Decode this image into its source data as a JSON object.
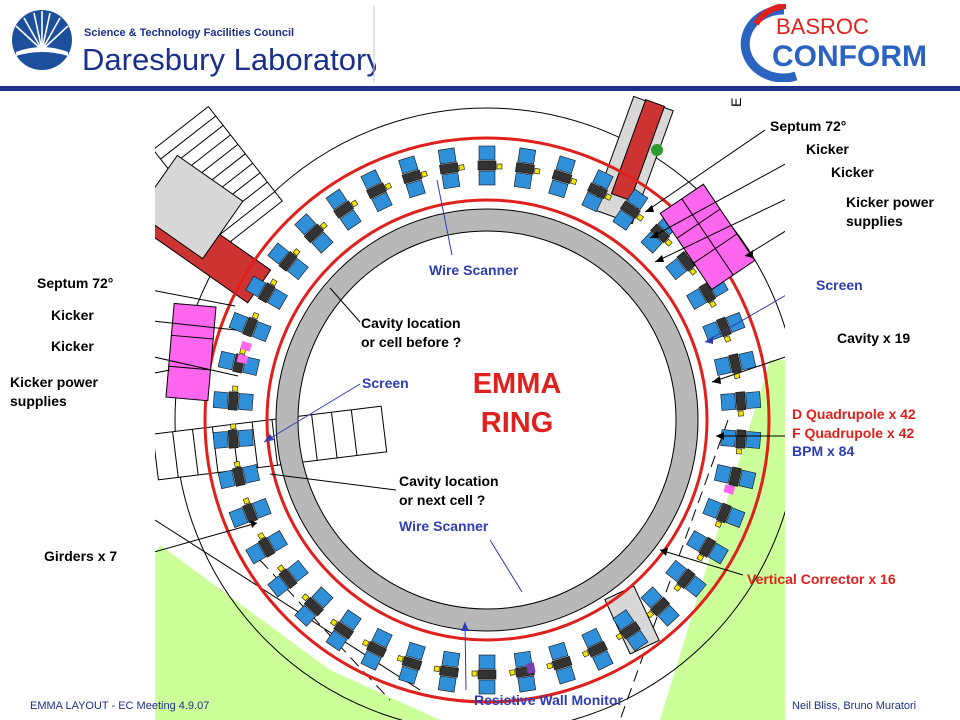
{
  "header": {
    "left_logo": {
      "line1": "Science & Technology Facilities Council",
      "line2": "Daresbury Laboratory",
      "icon": "daresbury-sunburst-icon"
    },
    "right_logo": {
      "line1": "BASROC",
      "line2": "CONFORM",
      "icon": "basroc-swoosh-icon"
    }
  },
  "diagram": {
    "title_line1": "EMMA",
    "title_line2": "RING",
    "corner_mark": "E",
    "labels": {
      "septum_right": "Septum 72°",
      "kicker_right_1": "Kicker",
      "kicker_right_2": "Kicker",
      "kicker_ps_right_1": "Kicker power",
      "kicker_ps_right_2": "supplies",
      "screen_right": "Screen",
      "cavity_count": "Cavity x 19",
      "d_quad": "D Quadrupole x 42",
      "f_quad": "F Quadrupole x 42",
      "bpm": "BPM x 84",
      "vertical_corrector": "Vertical Corrector x 16",
      "resistive_wall_monitor": "Resistive Wall Monitor",
      "wire_scanner_bottom": "Wire Scanner",
      "cavity_next_1": "Cavity location",
      "cavity_next_2": "or next cell ?",
      "girders": "Girders x 7",
      "kicker_ps_left_1": "Kicker power",
      "kicker_ps_left_2": "supplies",
      "kicker_left_1": "Kicker",
      "kicker_left_2": "Kicker",
      "septum_left": "Septum 72°",
      "screen_left": "Screen",
      "cavity_before_1": "Cavity location",
      "cavity_before_2": "or cell before ?",
      "wire_scanner_top": "Wire Scanner"
    },
    "colors": {
      "ring_red": "#e0201c",
      "magnet_blue": "#2f8fd8",
      "inner_grey": "#b8b8b8",
      "floor_green": "#ccff99",
      "kicker_pink": "#ff66ee",
      "label_blue": "#2e3db3",
      "label_red": "#e0201c",
      "header_navy": "#1c2f8a"
    }
  },
  "footer": {
    "left": "EMMA LAYOUT  -  EC Meeting  4.9.07",
    "right": "Neil Bliss, Bruno Muratori"
  }
}
